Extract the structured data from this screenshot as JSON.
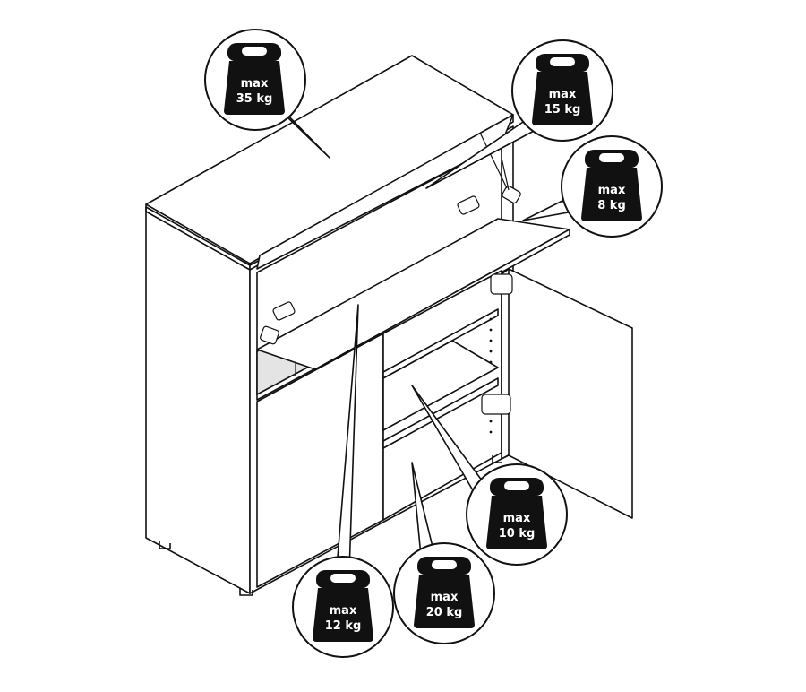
{
  "figure": {
    "weight_callouts": [
      {
        "id": "top",
        "line1": "max",
        "line2": "35 kg"
      },
      {
        "id": "flap-lid",
        "line1": "max",
        "line2": "15 kg"
      },
      {
        "id": "flap-door",
        "line1": "max",
        "line2": "8 kg"
      },
      {
        "id": "open-compartment",
        "line1": "max",
        "line2": "12 kg"
      },
      {
        "id": "lower-shelf",
        "line1": "max",
        "line2": "20 kg"
      },
      {
        "id": "middle-shelf",
        "line1": "max",
        "line2": "10 kg"
      }
    ]
  }
}
